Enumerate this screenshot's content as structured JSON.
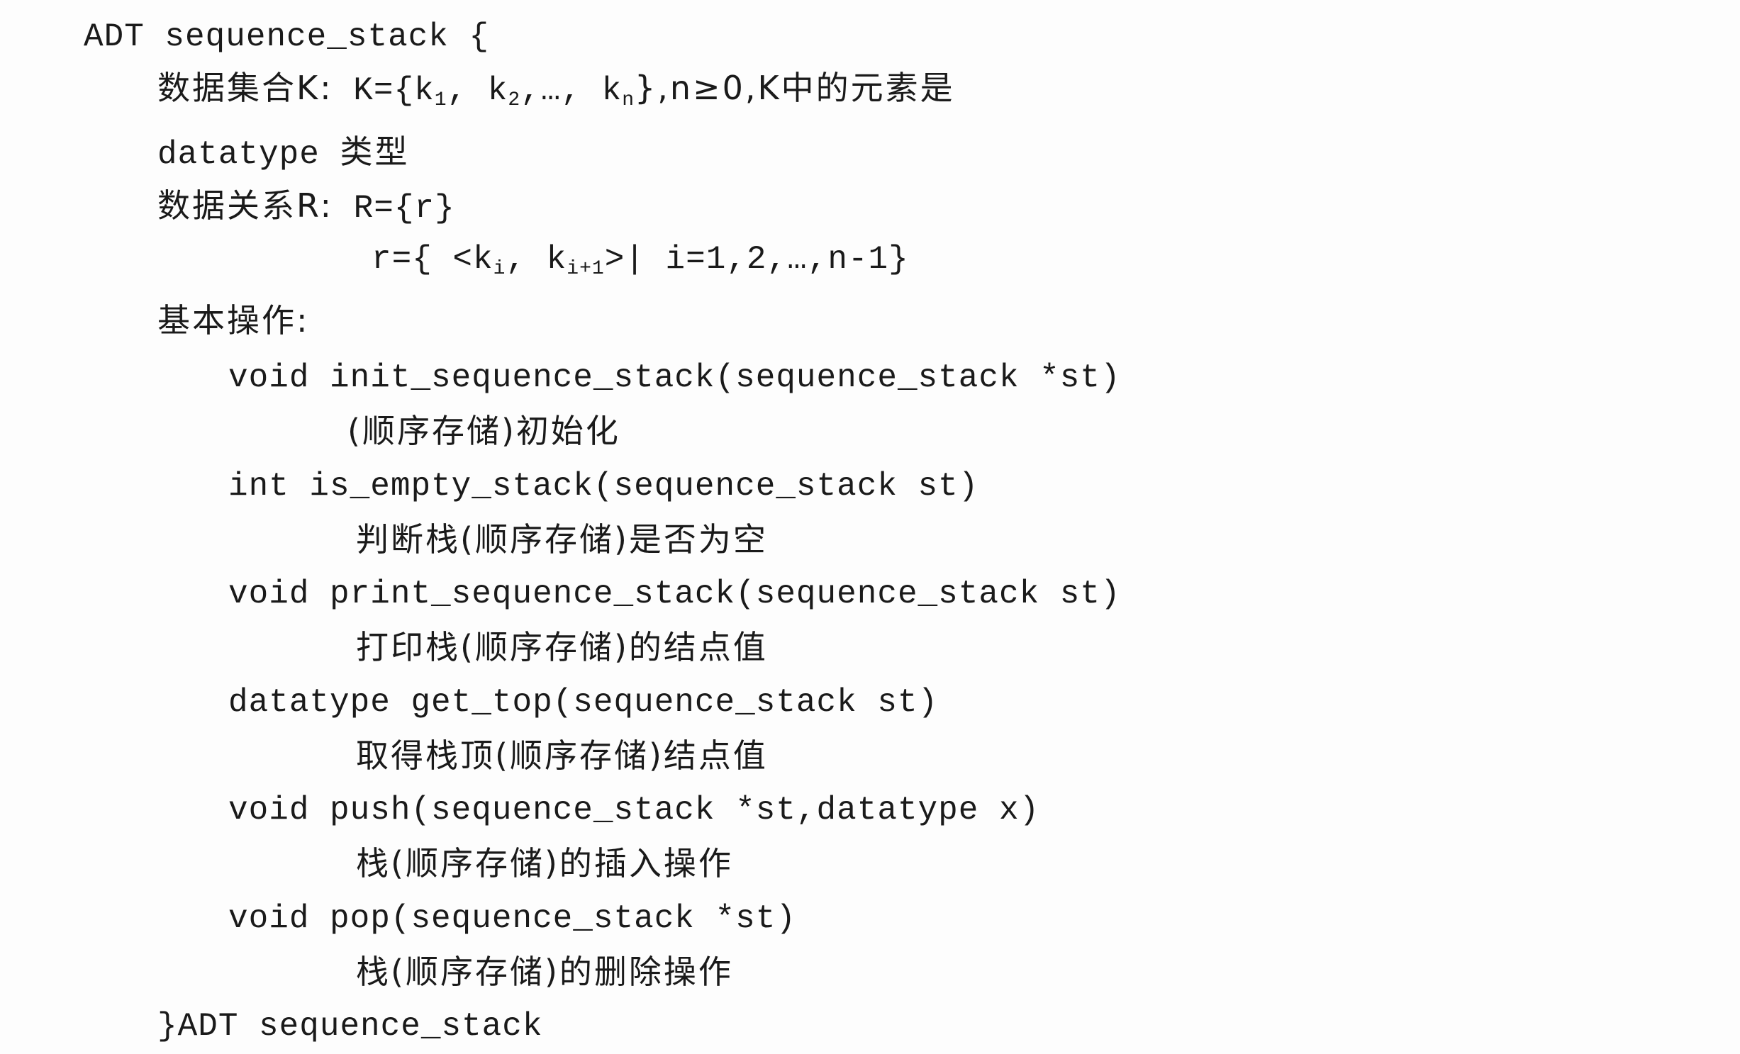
{
  "adt": {
    "header": "ADT sequence_stack {",
    "footer": "}ADT sequence_stack"
  },
  "data_set": {
    "label": "数据集合K:",
    "prefix": "K={k",
    "sub1": "1",
    "sep1": ", k",
    "sub2": "2",
    "sep2": ",…, k",
    "subn": "n",
    "suffix": "},n≥0,K中的元素是",
    "line2_type": "datatype",
    "line2_cn": "类型"
  },
  "data_relation": {
    "label": "数据关系R:",
    "rset": "R={r}",
    "r_prefix": "r={ <k",
    "sub_i": "i",
    "r_mid": ", k",
    "sub_i1": "i+1",
    "r_suffix": ">| i=1,2,…,n-1}"
  },
  "operations": {
    "label": "基本操作:",
    "items": [
      {
        "signature": "void init_sequence_stack(sequence_stack *st)",
        "description": "(顺序存储)初始化"
      },
      {
        "signature": "int is_empty_stack(sequence_stack st)",
        "description": "判断栈(顺序存储)是否为空"
      },
      {
        "signature": "void print_sequence_stack(sequence_stack st)",
        "description": "打印栈(顺序存储)的结点值"
      },
      {
        "signature": "datatype get_top(sequence_stack st)",
        "description": "取得栈顶(顺序存储)结点值"
      },
      {
        "signature": "void push(sequence_stack *st,datatype x)",
        "description": "栈(顺序存储)的插入操作"
      },
      {
        "signature": "void pop(sequence_stack *st)",
        "description": "栈(顺序存储)的删除操作"
      }
    ]
  }
}
